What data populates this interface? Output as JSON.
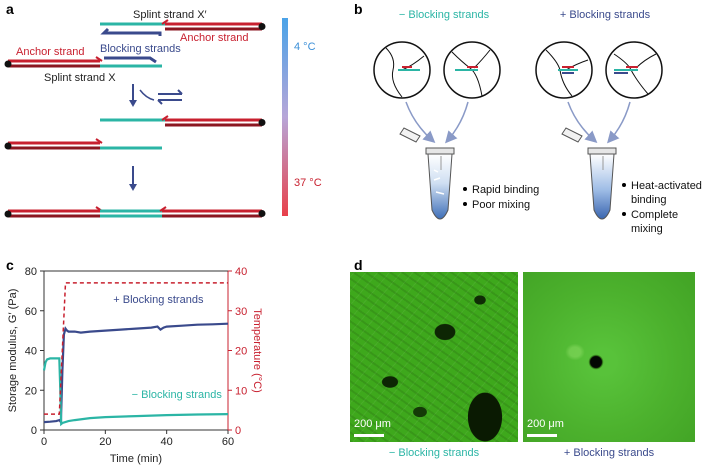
{
  "panels": {
    "a": "a",
    "b": "b",
    "c": "c",
    "d": "d"
  },
  "panel_a": {
    "splint_x_prime": "Splint strand X′",
    "anchor_strand_left": "Anchor strand",
    "blocking_strands": "Blocking strands",
    "anchor_strand_right": "Anchor strand",
    "splint_x": "Splint strand X",
    "temp_top": "4 °C",
    "temp_bottom": "37 °C"
  },
  "panel_b": {
    "minus_title": "− Blocking strands",
    "plus_title": "+ Blocking strands",
    "minus_bullets": [
      "Rapid binding",
      "Poor mixing"
    ],
    "plus_bullets": [
      "Heat-activated",
      "binding",
      "Complete",
      "mixing"
    ]
  },
  "panel_d": {
    "scale_left": "200 μm",
    "scale_right": "200 μm",
    "label_left": "− Blocking strands",
    "label_right": "+ Blocking strands"
  },
  "colors": {
    "red": "#c8202f",
    "dark_red": "#8b1620",
    "teal": "#2bb5a5",
    "navy": "#3a4a8c",
    "grey": "#606060"
  },
  "chart_data": {
    "type": "line",
    "xlabel": "Time (min)",
    "ylabel": "Storage modulus, G′ (Pa)",
    "y2label": "Temperature (°C)",
    "xlim": [
      0,
      60
    ],
    "ylim": [
      0,
      80
    ],
    "y2lim": [
      0,
      40
    ],
    "xticks": [
      "0",
      "20",
      "40",
      "60"
    ],
    "yticks": [
      "0",
      "20",
      "40",
      "60",
      "80"
    ],
    "y2ticks": [
      "0",
      "10",
      "20",
      "30",
      "40"
    ],
    "series": [
      {
        "name": "+ Blocking strands",
        "color": "#3a4a8c",
        "axis": "left",
        "x": [
          0,
          2,
          4,
          5,
          5.5,
          6,
          6.5,
          7,
          7.5,
          8,
          10,
          12,
          15,
          20,
          25,
          30,
          35,
          37,
          38,
          39,
          40,
          45,
          50,
          55,
          60
        ],
        "y": [
          4,
          4.2,
          4.5,
          5,
          4,
          30,
          48,
          51,
          50,
          49.5,
          49.5,
          49,
          49.5,
          50,
          50.5,
          51,
          51.5,
          52,
          50.5,
          51.5,
          52,
          52.5,
          53,
          53.2,
          53.5
        ]
      },
      {
        "name": "− Blocking strands",
        "color": "#2bb5a5",
        "axis": "left",
        "x": [
          0,
          0.5,
          1,
          2,
          4,
          5,
          5.3,
          5.6,
          6,
          8,
          10,
          15,
          20,
          30,
          40,
          50,
          60
        ],
        "y": [
          30,
          34,
          35.5,
          36,
          36,
          36,
          20,
          3,
          3.5,
          4.5,
          5,
          6,
          6.5,
          7,
          7.5,
          7.8,
          8
        ]
      },
      {
        "name": "Temperature",
        "color": "#c8202f",
        "axis": "right",
        "dashed": true,
        "x": [
          0,
          5,
          5,
          7,
          7,
          60
        ],
        "y": [
          4,
          4,
          4,
          37,
          37,
          37
        ]
      }
    ]
  }
}
